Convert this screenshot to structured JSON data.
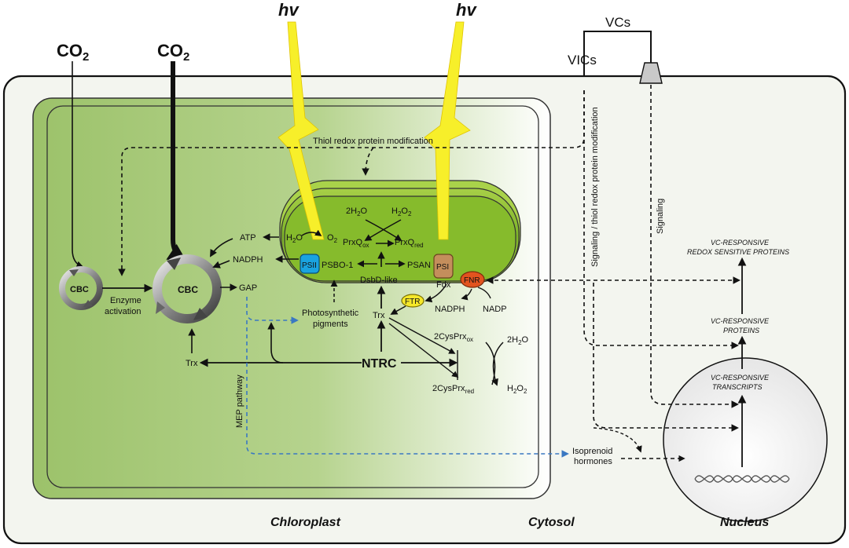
{
  "colors": {
    "chloroplast_green": "#9cc26a",
    "thylakoid_green": "#7fb52a",
    "light_yellow": "#f7ef2a",
    "psii_blue": "#1aa3e0",
    "psi_brown": "#c48e5c",
    "fnr_red": "#e2531f",
    "ftr_yellow": "#f5e82a",
    "mep_arrow_blue": "#3a78c2"
  },
  "labels": {
    "co2_left": "CO",
    "co2_right": "CO",
    "co2_sub": "2",
    "hv_left": "hv",
    "hv_right": "hv",
    "vcs": "VCs",
    "vics": "VICs",
    "thiol_mod": "Thiol redox protein modification",
    "signaling_thiol": "Signaling / thiol redox protein modification",
    "signaling": "Signaling",
    "cbc_small": "CBC",
    "cbc_big": "CBC",
    "enzyme_activation_1": "Enzyme",
    "enzyme_activation_2": "activation",
    "atp": "ATP",
    "nadph_left": "NADPH",
    "gap": "GAP",
    "trx_left": "Trx",
    "mep_pathway": "MEP pathway",
    "photosynthetic_1": "Photosynthetic",
    "photosynthetic_2": "pigments",
    "h2o_left": "H",
    "o2": "O",
    "psii": "PSII",
    "psbo": "PSBO-1",
    "psan": "PSAN",
    "psi": "PSI",
    "dsbd": "DsbD-like",
    "twoh2o_top": "2H",
    "h2o2_top": "H",
    "prxq_ox": "PrxQ",
    "prxq_ox_sub": "ox",
    "prxq_red": "PrxQ",
    "prxq_red_sub": "red",
    "fdx": "Fdx",
    "fnr": "FNR",
    "ftr": "FTR",
    "nadph_right": "NADPH",
    "nadp": "NADP",
    "trx_mid": "Trx",
    "ntrc": "NTRC",
    "cysprx_ox": "2CysPrx",
    "cysprx_ox_sub": "ox",
    "cysprx_red": "2CysPrx",
    "cysprx_red_sub": "red",
    "twoh2o_right": "2H",
    "h2o2_right": "H",
    "vc_redox_1": "VC-RESPONSIVE",
    "vc_redox_2": "REDOX SENSITIVE PROTEINS",
    "vc_proteins_1": "VC-RESPONSIVE",
    "vc_proteins_2": "PROTEINS",
    "vc_transcripts_1": "VC-RESPONSIVE",
    "vc_transcripts_2": "TRANSCRIPTS",
    "isoprenoid_1": "Isoprenoid",
    "isoprenoid_2": "hormones",
    "chloroplast": "Chloroplast",
    "cytosol": "Cytosol",
    "nucleus": "Nucleus"
  }
}
